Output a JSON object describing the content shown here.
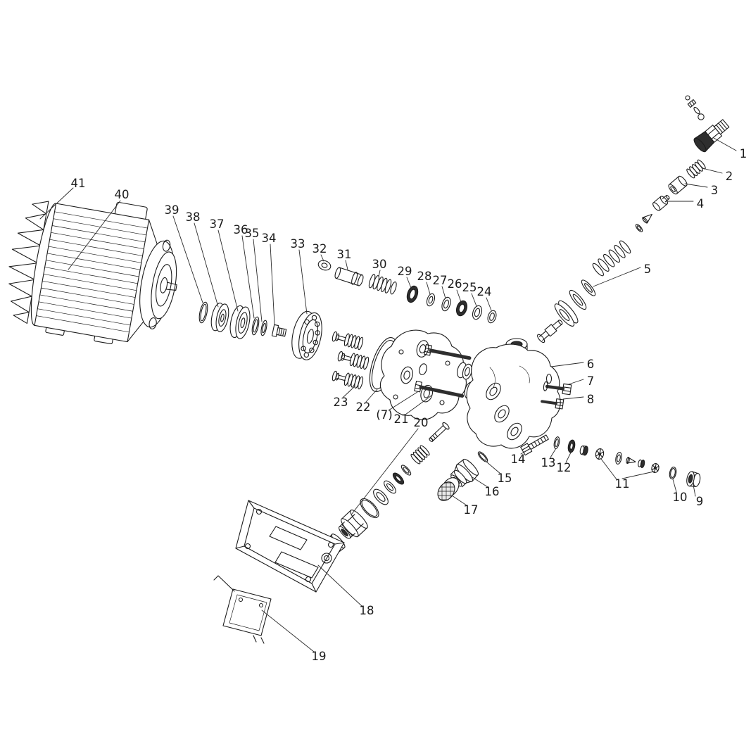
{
  "figure": {
    "type": "exploded-parts-diagram",
    "background_color": "#ffffff",
    "line_color": "#1b1b1b",
    "leader_color": "#2a2a2a"
  },
  "callouts": {
    "n1": "1",
    "n2": "2",
    "n3": "3",
    "n4": "4",
    "n5": "5",
    "n6": "6",
    "n7": "7",
    "n7c": "(7)",
    "n8": "8",
    "n9": "9",
    "n10": "10",
    "n11": "11",
    "n12": "12",
    "n13": "13",
    "n14": "14",
    "n15": "15",
    "n16": "16",
    "n17": "17",
    "n18": "18",
    "n19": "19",
    "n20": "20",
    "n21": "21",
    "n22": "22",
    "n23": "23",
    "n24": "24",
    "n25": "25",
    "n26": "26",
    "n27": "27",
    "n28": "28",
    "n29": "29",
    "n30": "30",
    "n31": "31",
    "n32": "32",
    "n33": "33",
    "n34": "34",
    "n35": "35",
    "n36": "36",
    "n37": "37",
    "n38": "38",
    "n39": "39",
    "n40": "40",
    "n41": "41"
  }
}
